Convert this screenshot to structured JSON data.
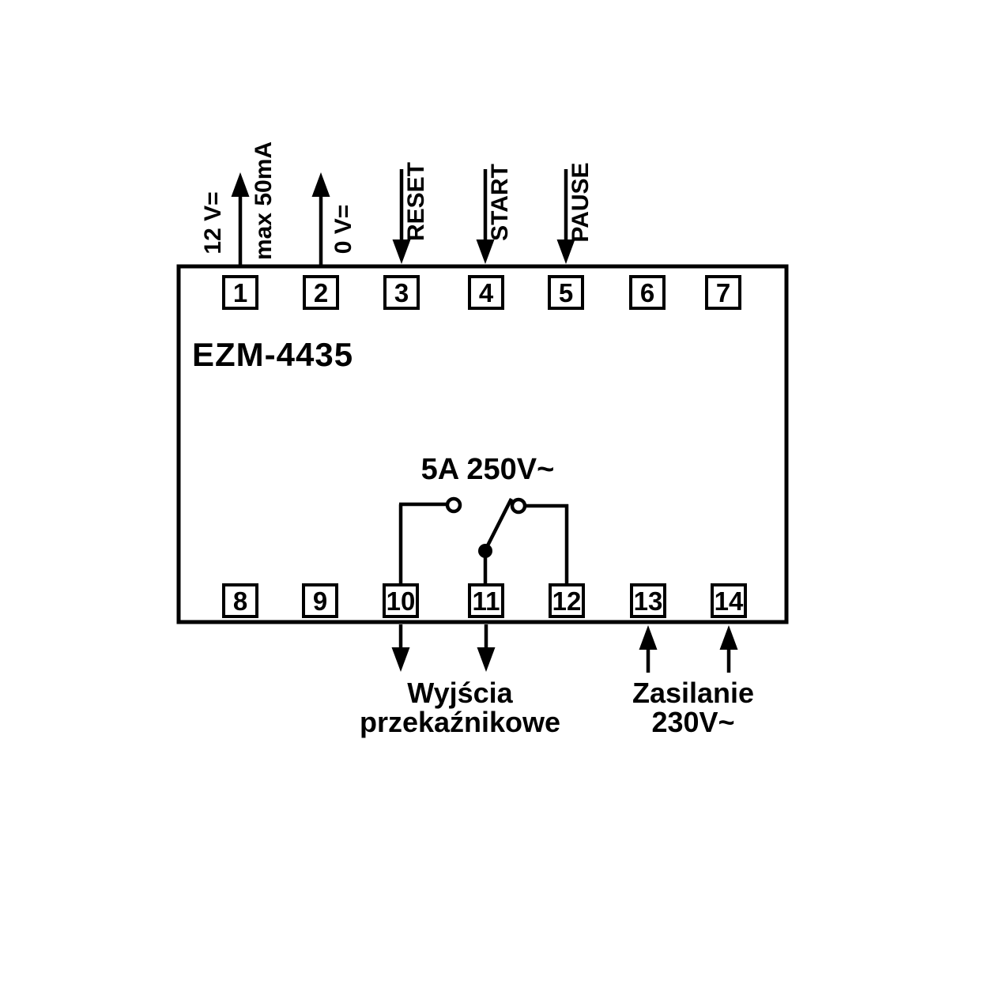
{
  "diagram": {
    "title": "EZM-4435",
    "relay_rating": "5A 250V~",
    "terminals": {
      "top": [
        "1",
        "2",
        "3",
        "4",
        "5",
        "6",
        "7"
      ],
      "bottom": [
        "8",
        "9",
        "10",
        "11",
        "12",
        "13",
        "14"
      ]
    },
    "signal_labels": {
      "aux_supply_plus": "12 V=",
      "aux_supply_max_current": "max 50mA",
      "aux_supply_minus": "0 V=",
      "input_reset": "RESET",
      "input_start": "START",
      "input_pause": "PAUSE"
    },
    "bottom_labels": {
      "relay_output_line1": "Wyjścia",
      "relay_output_line2": "przekaźnikowe",
      "power_supply_line1": "Zasilanie",
      "power_supply_line2": "230V~"
    },
    "colors": {
      "line": "#000000",
      "background": "#ffffff"
    }
  }
}
